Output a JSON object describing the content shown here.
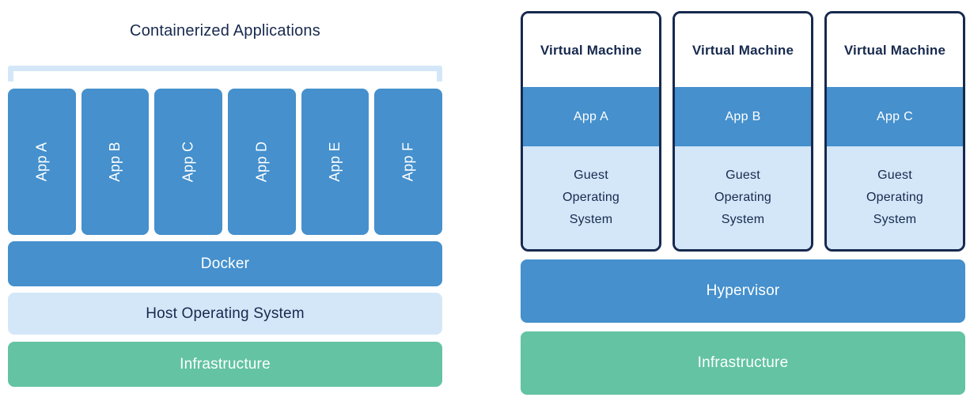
{
  "colors": {
    "blue": "#4590CD",
    "light_blue": "#D3E7F8",
    "green": "#63C3A3",
    "navy": "#17294E",
    "white": "#FFFFFF"
  },
  "left_panel": {
    "title": "Containerized Applications",
    "apps": [
      "App A",
      "App B",
      "App C",
      "App D",
      "App E",
      "App F"
    ],
    "docker_label": "Docker",
    "host_os_label": "Host Operating System",
    "infrastructure_label": "Infrastructure"
  },
  "right_panel": {
    "vm_cards": [
      {
        "title": "Virtual Machine",
        "app": "App A",
        "os": "Guest Operating System"
      },
      {
        "title": "Virtual Machine",
        "app": "App B",
        "os": "Guest Operating System"
      },
      {
        "title": "Virtual Machine",
        "app": "App C",
        "os": "Guest Operating System"
      }
    ],
    "hypervisor_label": "Hypervisor",
    "infrastructure_label": "Infrastructure"
  }
}
